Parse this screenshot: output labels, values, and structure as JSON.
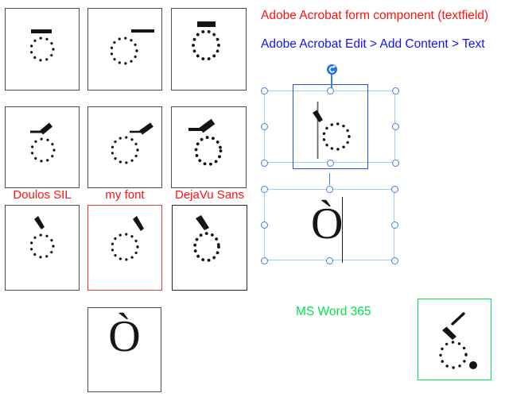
{
  "annotations": {
    "acrobat_form": {
      "text": "Adobe Acrobat form component (textfield)"
    },
    "acrobat_edit": {
      "text": "Adobe Acrobat Edit > Add Content > Text"
    },
    "ms_word": {
      "text": "MS Word 365"
    }
  },
  "font_labels": [
    {
      "label": "Doulos SIL"
    },
    {
      "label": "my font"
    },
    {
      "label": "DejaVu Sans"
    }
  ],
  "letter": {
    "value": "Ò"
  },
  "glyph_rows": [
    {
      "mark": "combining-macron"
    },
    {
      "mark": "combining-macron-acute"
    },
    {
      "mark": "combining-grave"
    }
  ],
  "icons": [
    "dotted-circle-icon",
    "macron-mark-icon",
    "macron-acute-mark-icon",
    "grave-mark-icon",
    "acute-mark-icon",
    "period-dot-icon",
    "rotate-icon",
    "selection-handle",
    "text-cursor"
  ],
  "colors": {
    "red": "#fa1410",
    "blue": "#1612fa",
    "green": "#00e24e",
    "green-border": "#00e553",
    "sel-light": "#a8cbf5",
    "sel-handle": "#3b82e0",
    "sel-inner": "#2b50e0",
    "sel-rot": "#2273e2",
    "box-border": "#4f4f4f",
    "box-border-dark": "#262626",
    "highlight": "#f03838"
  }
}
